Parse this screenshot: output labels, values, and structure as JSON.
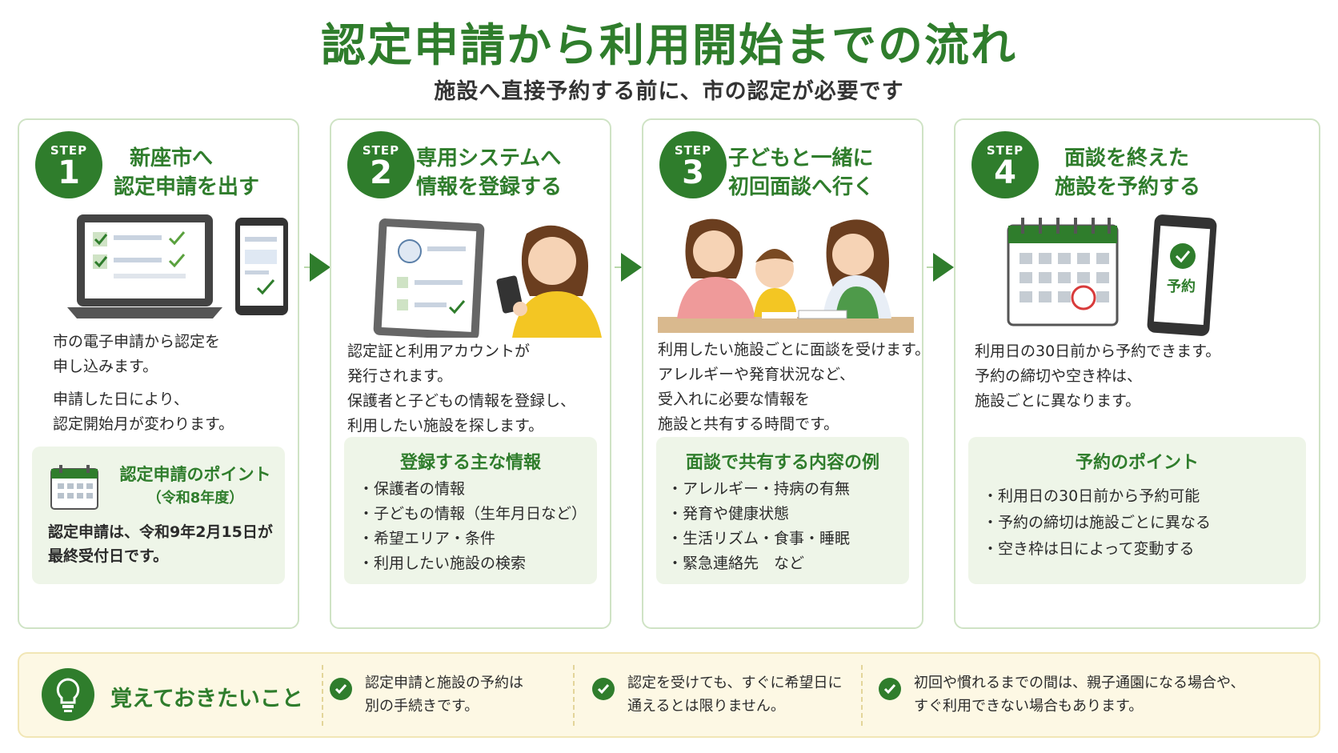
{
  "title": "認定申請から利用開始までの流れ",
  "subtitle": "施設へ直接予約する前に、市の認定が必要です",
  "step_word": "STEP",
  "steps": [
    {
      "num": "1",
      "heading_lines": [
        "新座市へ",
        "認定申請を出す"
      ],
      "desc_lines": [
        "市の電子申請から認定を",
        "申し込みます。",
        "申請した日により、",
        "認定開始月が変わります。"
      ],
      "box_title": "認定申請のポイント",
      "box_subtitle": "（令和8年度）",
      "box_lines": [
        "認定申請は、令和9年2月15日が",
        "最終受付日です。"
      ]
    },
    {
      "num": "2",
      "heading_lines": [
        "専用システムへ",
        "情報を登録する"
      ],
      "desc_lines": [
        "認定証と利用アカウントが",
        "発行されます。",
        "保護者と子どもの情報を登録し、",
        "利用したい施設を探します。"
      ],
      "box_title": "登録する主な情報",
      "box_items": [
        "保護者の情報",
        "子どもの情報（生年月日など）",
        "希望エリア・条件",
        "利用したい施設の検索"
      ]
    },
    {
      "num": "3",
      "heading_lines": [
        "子どもと一緒に",
        "初回面談へ行く"
      ],
      "desc_lines": [
        "利用したい施設ごとに面談を受けます。",
        "アレルギーや発育状況など、",
        "受入れに必要な情報を",
        "施設と共有する時間です。"
      ],
      "box_title": "面談で共有する内容の例",
      "box_items": [
        "アレルギー・持病の有無",
        "発育や健康状態",
        "生活リズム・食事・睡眠",
        "緊急連絡先　など"
      ]
    },
    {
      "num": "4",
      "heading_lines": [
        "面談を終えた",
        "施設を予約する"
      ],
      "desc_lines": [
        "利用日の30日前から予約できます。",
        "予約の締切や空き枠は、",
        "施設ごとに異なります。"
      ],
      "box_title": "予約のポイント",
      "box_items": [
        "利用日の30日前から予約可能",
        "予約の締切は施設ごとに異なる",
        "空き枠は日によって変動する"
      ],
      "phone_label": "予約"
    }
  ],
  "bottom": {
    "lead": "覚えておきたいこと",
    "tips": [
      [
        "認定申請と施設の予約は",
        "別の手続きです。"
      ],
      [
        "認定を受けても、すぐに希望日に",
        "通えるとは限りません。"
      ],
      [
        "初回や慣れるまでの間は、親子通園になる場合や、",
        "すぐ利用できない場合もあります。"
      ]
    ]
  },
  "colors": {
    "accent": "#2f7d2c",
    "card_border": "#cfe3c5",
    "box_bg": "#eef5e8",
    "bottom_bg": "#fdf8e4"
  }
}
